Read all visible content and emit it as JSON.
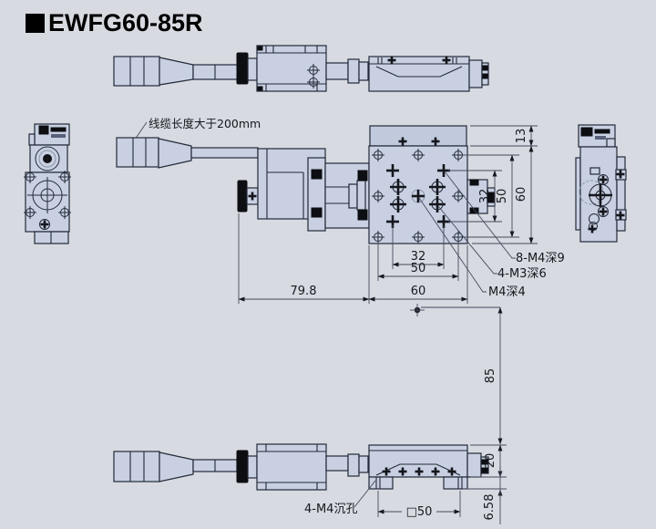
{
  "title": {
    "text": "EWFG60-85R"
  },
  "note": {
    "cable": "线缆长度大于200mm"
  },
  "callouts": {
    "m4_8": "8-M4深9",
    "m3_4": "4-M3深6",
    "m4_center": "M4深4",
    "m4_counterbore": "4-M4沉孔"
  },
  "dims": {
    "strip13": "13",
    "plate_v32": "32",
    "plate_v50": "50",
    "plate_v60": "60",
    "holes_h32": "32",
    "holes_h50": "50",
    "motor_798": "79.8",
    "plate_h60": "60",
    "height_85": "85",
    "base_20": "20",
    "foot_658": "6.58",
    "square_50": "□50"
  },
  "colors": {
    "background": "#d8dae1",
    "part_fill": "#c8d0e2",
    "outline": "#222a38",
    "black_part": "#0d0e12",
    "dim_line": "#444b5c",
    "text": "#15181e"
  }
}
